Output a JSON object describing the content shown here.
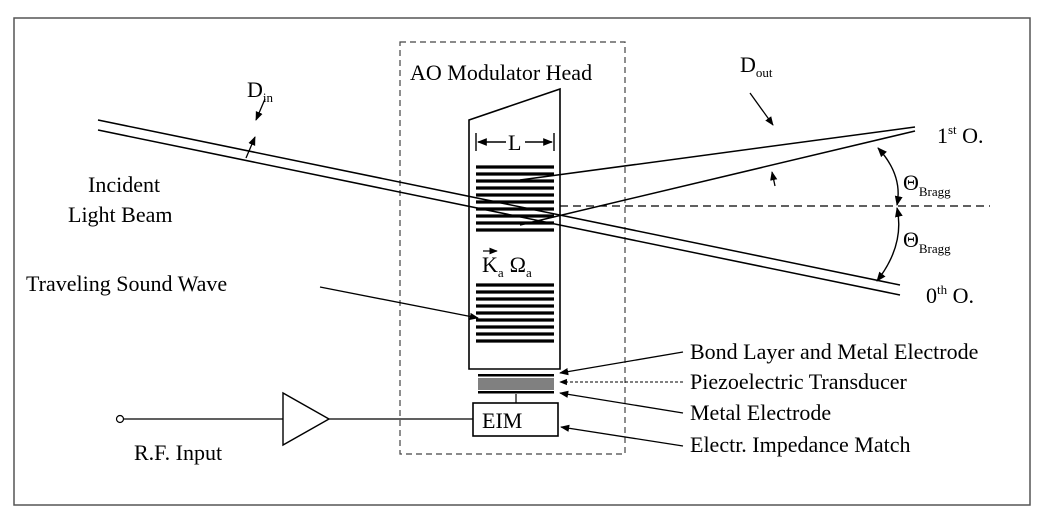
{
  "diagram": {
    "head_title": "AO Modulator Head",
    "d_in": {
      "main": "D",
      "sub": "in"
    },
    "d_out": {
      "main": "D",
      "sub": "out"
    },
    "length_label": "L",
    "first_order": {
      "num": "1",
      "sup": "st",
      "rest": " O."
    },
    "zero_order": {
      "num": "0",
      "sup": "th",
      "rest": " O."
    },
    "theta_upper": {
      "main": "Θ",
      "sub": "Bragg"
    },
    "theta_lower": {
      "main": "Θ",
      "sub": "Bragg"
    },
    "incident_line1": "Incident",
    "incident_line2": "Light Beam",
    "sound_wave": "Traveling Sound Wave",
    "k_omega": {
      "k": "K",
      "k_sub": "a",
      "omega": "Ω",
      "omega_sub": "a"
    },
    "eim": "EIM",
    "rf_input": "R.F. Input",
    "labels_right": {
      "bond": "Bond Layer and Metal Electrode",
      "piezo": "Piezoelectric Transducer",
      "metal": "Metal Electrode",
      "impedance": "Electr. Impedance Match"
    }
  }
}
